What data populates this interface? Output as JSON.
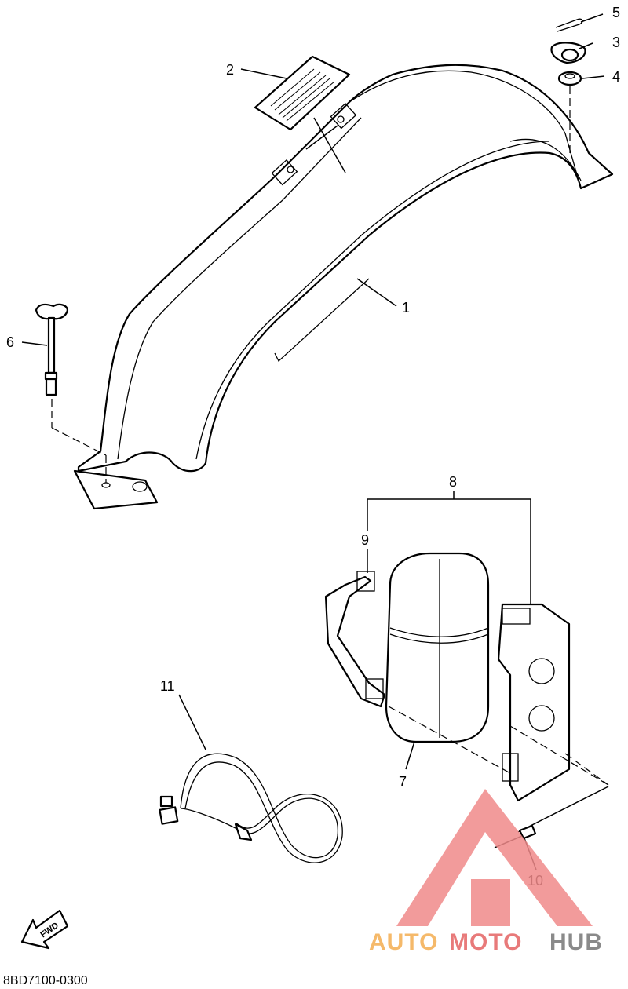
{
  "callouts": {
    "c1": "1",
    "c2": "2",
    "c3": "3",
    "c4": "4",
    "c5": "5",
    "c6": "6",
    "c7": "7",
    "c8": "8",
    "c9": "9",
    "c10": "10",
    "c11": "11"
  },
  "arrow_label": "FWD",
  "diagram_code": "8BD7100-0300",
  "watermark": {
    "part1": "AUTO",
    "part2": "MOTO",
    "part3": "HUB",
    "colors": {
      "triangle": "#f08a8a",
      "auto": "#f5b96a",
      "moto": "#e87a7a",
      "hub": "#8a8a8a"
    }
  }
}
